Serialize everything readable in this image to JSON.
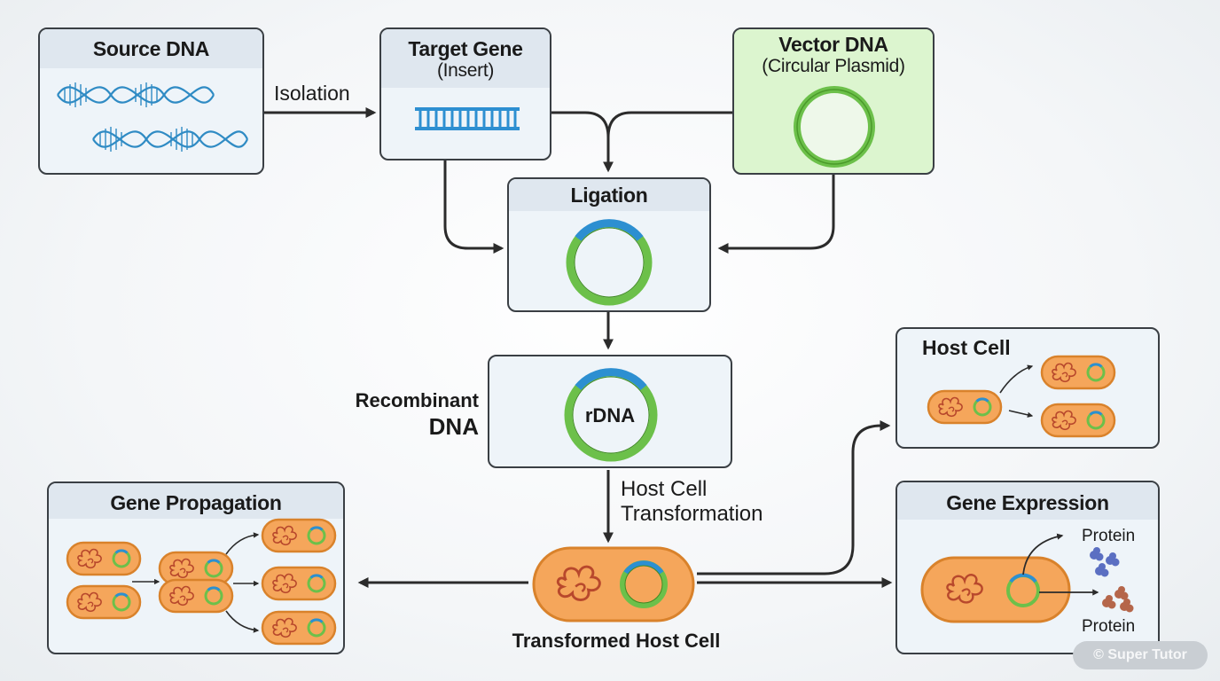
{
  "boxes": {
    "source_dna": {
      "title": "Source DNA"
    },
    "target_gene": {
      "title": "Target Gene",
      "subtitle": "(Insert)"
    },
    "vector_dna": {
      "title": "Vector DNA",
      "subtitle": "(Circular Plasmid)"
    },
    "ligation": {
      "title": "Ligation"
    },
    "recombinant": {
      "center_label": "rDNA"
    },
    "host_cell": {
      "title": "Host Cell"
    },
    "gene_propagation": {
      "title": "Gene Propagation"
    },
    "gene_expression": {
      "title": "Gene Expression",
      "product_top": "Protein",
      "product_bottom": "Protein"
    }
  },
  "labels": {
    "isolation": "Isolation",
    "recombinant_line1": "Recombinant",
    "recombinant_line2": "DNA",
    "transformation_line1": "Host Cell",
    "transformation_line2": "Transformation",
    "transformed_host_cell": "Transformed Host Cell"
  },
  "watermark": "© Super Tutor",
  "colors": {
    "plasmid_green": "#6cc04a",
    "insert_blue": "#2d8fd1",
    "dna_blue": "#2f8bc4",
    "cell_orange": "#f5a65b",
    "cell_border": "#d9822b",
    "nucleoid_red": "#b8482c",
    "protein_blue": "#5b6fc2",
    "protein_brown": "#b5664a",
    "arrow": "#2b2b2b"
  }
}
